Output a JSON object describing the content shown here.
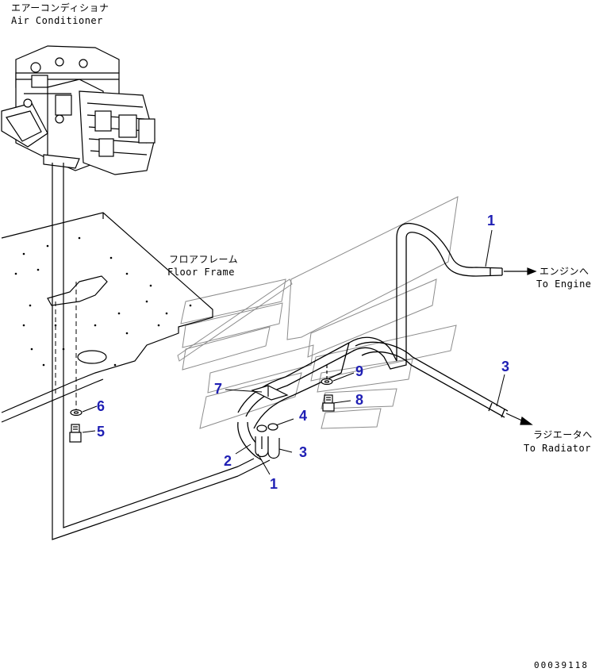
{
  "labels": {
    "ac_jp": "エアーコンディショナ",
    "ac_en": "Air Conditioner",
    "floor_jp": "フロアフレーム",
    "floor_en": "Floor Frame",
    "engine_jp": "エンジンへ",
    "engine_en": "To Engine",
    "radiator_jp": "ラジエータへ",
    "radiator_en": "To Radiator",
    "drawing_code": "00039118"
  },
  "callouts": {
    "c1a": "1",
    "c1b": "1",
    "c2": "2",
    "c3a": "3",
    "c3b": "3",
    "c4": "4",
    "c5": "5",
    "c6": "6",
    "c7": "7",
    "c8": "8",
    "c9": "9"
  },
  "colors": {
    "callout": "#1f1fb4",
    "line": "#000000",
    "watermark": "#8c8c8c"
  }
}
